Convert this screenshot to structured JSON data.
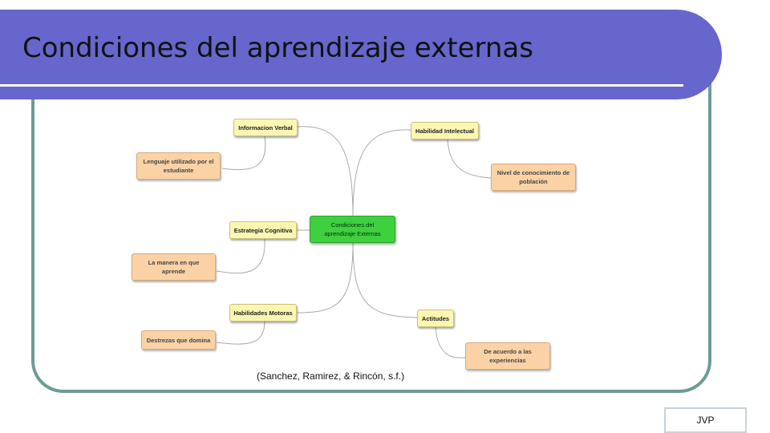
{
  "slide": {
    "title": "Condiciones del aprendizaje externas",
    "citation": "(Sanchez, Ramirez, & Rincón, s.f.)",
    "footer": "JVP"
  },
  "mindmap": {
    "center": "Condiciones del aprendizaje Externas",
    "nodes": {
      "informacion_verbal": "Informacion Verbal",
      "lenguaje": "Lenguaje utilizado por el estudiante",
      "estrategia": "Estrategia Cognitiva",
      "manera": "La manera en que aprende",
      "habilidades_motoras": "Habilidades Motoras",
      "destrezas": "Destrezas que domina",
      "habilidad_intelectual": "Habilidad Intelectual",
      "nivel": "Nivel de conocimiento de población",
      "actitudes": "Actitudes",
      "experiencias": "De acuerdo a las experiencias"
    }
  }
}
